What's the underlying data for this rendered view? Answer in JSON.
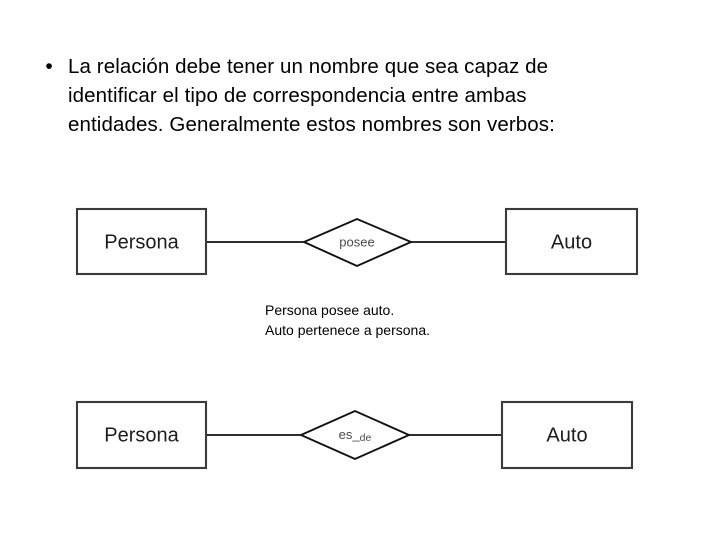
{
  "slide": {
    "background_color": "#ffffff",
    "bullet": {
      "marker": "•",
      "lines": [
        "La relación debe tener un nombre que sea capaz de",
        "identificar el tipo de correspondencia entre ambas",
        "entidades. Generalmente estos nombres son verbos:"
      ]
    },
    "caption": {
      "lines": [
        "Persona posee auto.",
        "Auto pertenece a persona."
      ]
    },
    "diagrams": [
      {
        "id": "diagram-posee",
        "left_entity": "Persona",
        "relationship": "posee",
        "relationship_main": "posee",
        "relationship_sub": "",
        "right_entity": "Auto"
      },
      {
        "id": "diagram-es-de",
        "left_entity": "Persona",
        "relationship": "es_de",
        "relationship_main": "es_",
        "relationship_sub": "de",
        "right_entity": "Auto"
      }
    ],
    "colors": {
      "entity_border": "#3b3b3b",
      "relationship_border": "#111111",
      "connector": "#111111",
      "entity_text": "#1c1c1c",
      "relationship_text": "#4a4a4a",
      "body_text": "#000000"
    }
  }
}
